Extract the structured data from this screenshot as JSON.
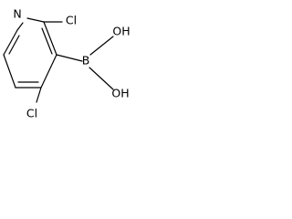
{
  "structure": {
    "atoms": {
      "nitrogen": "N",
      "chlorine_top": "Cl",
      "chlorine_bottom": "Cl",
      "boron": "B",
      "hydroxyl_top": "OH",
      "hydroxyl_bottom": "OH"
    },
    "colors": {
      "bond": "#000000",
      "label": "#000000",
      "background": "#ffffff"
    }
  }
}
